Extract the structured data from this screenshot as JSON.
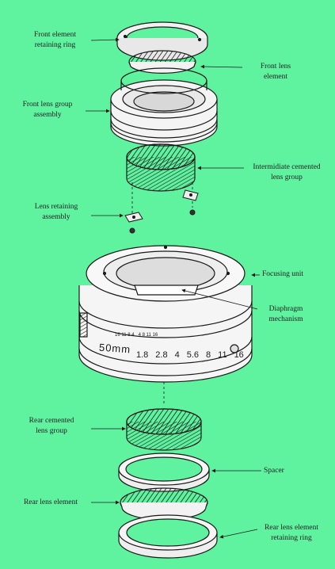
{
  "labels": {
    "front_retaining_ring": "Front element\nretaining ring",
    "front_lens_element": "Front lens\nelement",
    "front_lens_group": "Front lens group\nassembly",
    "intermediate_group": "Intermidiate cemented\nlens group",
    "lens_retaining_assembly": "Lens retaining\nassembly",
    "focusing_unit": "Focusing unit",
    "diaphragm": "Diaphragm\nmechanism",
    "rear_cemented_group": "Rear cemented\nlens group",
    "spacer": "Spacer",
    "rear_lens_element": "Rear lens element",
    "rear_retaining_ring": "Rear lens element\nretaining ring"
  },
  "lens_markings": {
    "focal_length": "50mm",
    "apertures": [
      "1.8",
      "2.8",
      "4",
      "5.6",
      "8",
      "11",
      "16"
    ],
    "dof_scale": "16 11 8 4   4 8 11 16"
  },
  "colors": {
    "background": "#5ff29f",
    "line": "#1a1a1a"
  }
}
